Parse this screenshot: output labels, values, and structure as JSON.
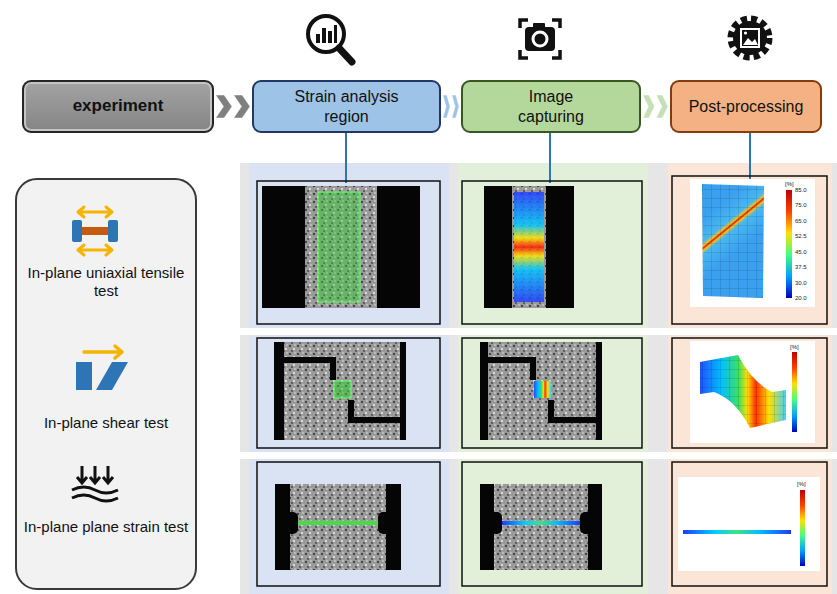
{
  "diagram": {
    "nodes": [
      {
        "text": [
          "experiment"
        ]
      },
      {
        "text": [
          "Strain analysis region"
        ]
      },
      {
        "text": [
          "Image capturing"
        ]
      },
      {
        "text": [
          "Post-processing"
        ]
      },
      {
        "text": [
          "In-plane uniaxial tensile test",
          "In-plane shear test",
          "In-plane plane strain test"
        ]
      }
    ],
    "edges": [
      {
        "from": 0,
        "to": 1,
        "arrow": "to"
      },
      {
        "from": 1,
        "to": 2,
        "arrow": "to"
      },
      {
        "from": 2,
        "to": 3,
        "arrow": "to"
      }
    ],
    "labels": [
      "[%]",
      "85.0",
      "75.0",
      "65.0",
      "52.5",
      "45.0",
      "37.5",
      "30.0",
      "20.0",
      "[%]",
      "[%]"
    ]
  }
}
